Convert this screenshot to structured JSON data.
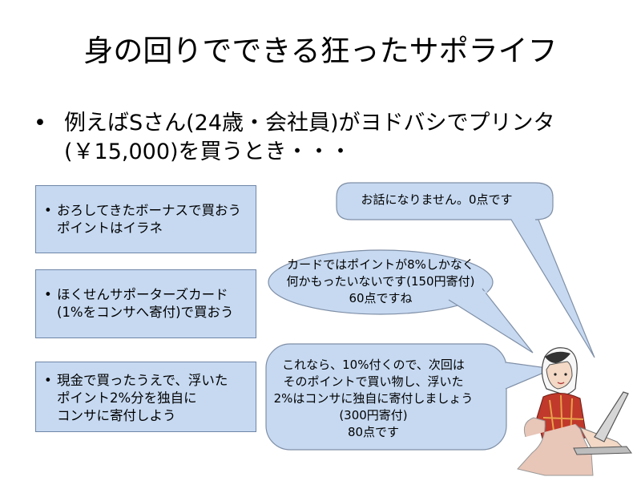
{
  "slide": {
    "title": "身の回りでできる狂ったサポライフ",
    "bullet": {
      "symbol": "•",
      "lines": [
        "例えばSさん(24歳・会社員)がヨドバシでプリンタ",
        "(￥15,000)を買うとき・・・"
      ]
    }
  },
  "options": [
    {
      "lines": [
        "おろしてきたボーナスで買おう",
        "ポイントはイラネ"
      ]
    },
    {
      "lines": [
        "ほくせんサポーターズカード",
        "(1%をコンサへ寄付)で買おう"
      ]
    },
    {
      "lines": [
        "現金で買ったうえで、浮いた",
        "ポイント2%分を独自に",
        "コンサに寄付しよう"
      ]
    }
  ],
  "responses": [
    {
      "lines": [
        "お話になりません。0点です"
      ]
    },
    {
      "lines": [
        "カードではポイントが8%しかなく",
        "何かもったいないです(150円寄付)",
        "60点ですね"
      ]
    },
    {
      "lines": [
        "これなら、10%付くので、次回は",
        "そのポイントで買い物し、浮いた",
        "2%はコンサに独自に寄付しましょう",
        "(300円寄付)",
        "80点です"
      ]
    }
  ],
  "colors": {
    "box_fill": "#c6d9f1",
    "box_stroke": "#6f86a8",
    "bubble_fill": "#c6d9f1",
    "bubble_stroke": "#7f8fa6"
  }
}
